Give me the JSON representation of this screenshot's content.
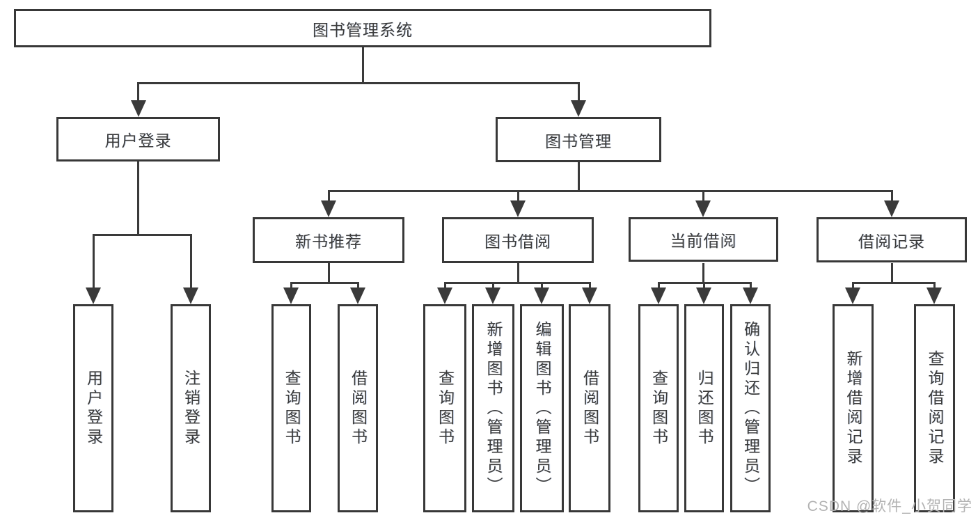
{
  "diagram": {
    "root": {
      "label": "图书管理系统"
    },
    "branches": [
      {
        "label": "用户登录",
        "children": [
          {
            "label": "用户登录"
          },
          {
            "label": "注销登录"
          }
        ]
      },
      {
        "label": "图书管理",
        "groups": [
          {
            "label": "新书推荐",
            "children": [
              {
                "label": "查询图书"
              },
              {
                "label": "借阅图书"
              }
            ]
          },
          {
            "label": "图书借阅",
            "children": [
              {
                "label": "查询图书"
              },
              {
                "label": "新增图书（管理员）"
              },
              {
                "label": "编辑图书（管理员）"
              },
              {
                "label": "借阅图书"
              }
            ]
          },
          {
            "label": "当前借阅",
            "children": [
              {
                "label": "查询图书"
              },
              {
                "label": "归还图书"
              },
              {
                "label": "确认归还（管理员）"
              }
            ]
          },
          {
            "label": "借阅记录",
            "children": [
              {
                "label": "新增借阅记录"
              },
              {
                "label": "查询借阅记录"
              }
            ]
          }
        ]
      }
    ]
  },
  "watermark": {
    "text": "CSDN @软件_小贺同学"
  },
  "colors": {
    "line": "#3a3a3a",
    "box_border": "#383838",
    "box_fill": "#ffffff",
    "text": "#3b3b3b",
    "watermark": "#b3b3b3",
    "background": "#ffffff"
  }
}
